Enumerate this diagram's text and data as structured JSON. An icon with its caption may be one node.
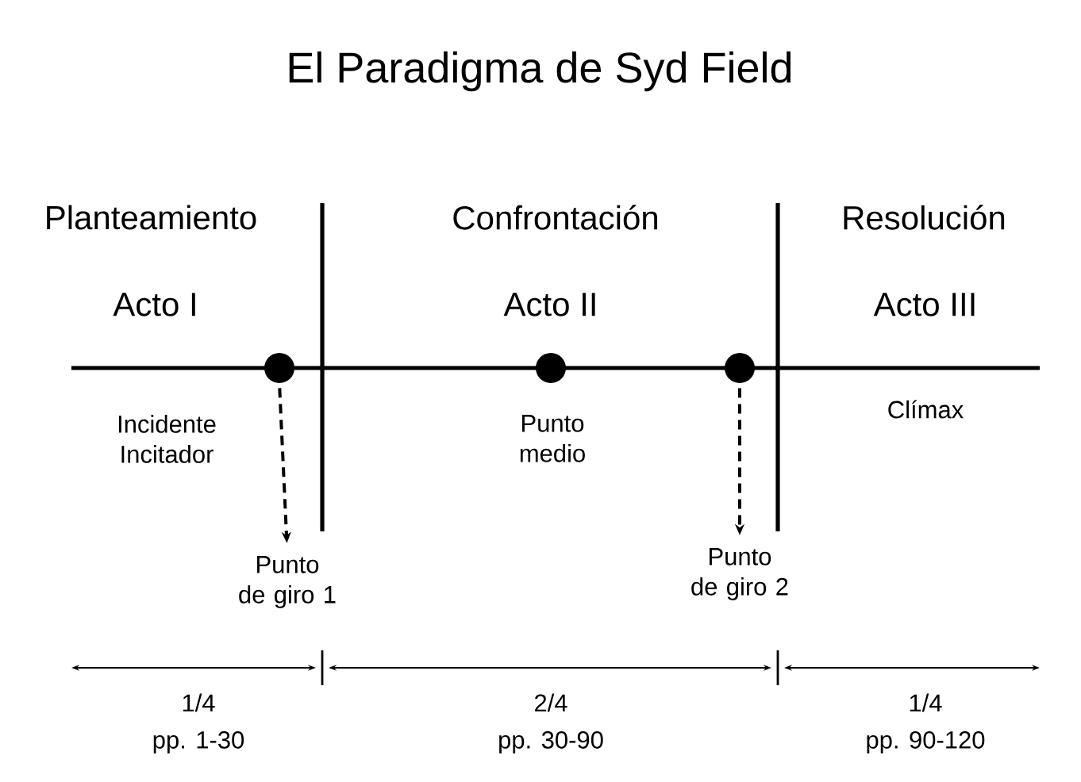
{
  "diagram": {
    "title": "El Paradigma de Syd Field",
    "nodes": [
      {
        "text": [],
        "shape": "circle",
        "beside": [
          "Incidente Incitador"
        ]
      },
      {
        "text": [],
        "shape": "circle",
        "beside": [
          "Punto medio"
        ]
      },
      {
        "text": [],
        "shape": "circle"
      },
      {
        "text": [
          "Punto de giro 1"
        ]
      },
      {
        "text": [
          "Punto de giro 2"
        ]
      }
    ],
    "edges": [
      {
        "from": 0,
        "to": 3,
        "arrow": "to",
        "style": "dashed"
      },
      {
        "from": 2,
        "to": 4,
        "arrow": "to",
        "style": "dashed"
      }
    ],
    "labels": [
      "Planteamiento",
      "Confrontación",
      "Resolución",
      "Acto I",
      "Acto II",
      "Acto III",
      "Clímax",
      "1/4",
      "2/4",
      "1/4",
      "pp. 1-30",
      "pp. 30-90",
      "pp. 90-120"
    ]
  }
}
